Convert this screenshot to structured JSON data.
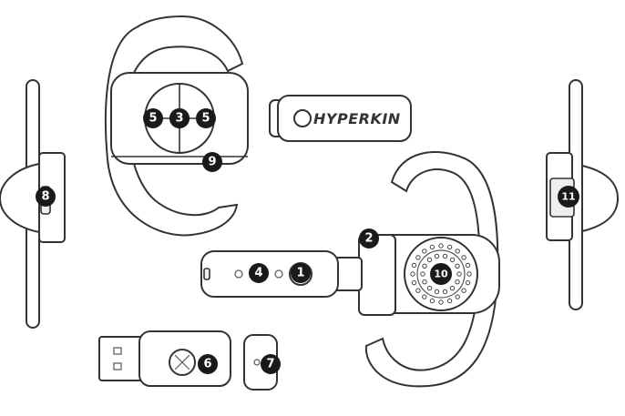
{
  "brand_text": "HYPERKIN",
  "callouts": [
    {
      "id": "c1",
      "label": "1"
    },
    {
      "id": "c2",
      "label": "2"
    },
    {
      "id": "c3",
      "label": "3"
    },
    {
      "id": "c4",
      "label": "4"
    },
    {
      "id": "c5a",
      "label": "5"
    },
    {
      "id": "c5b",
      "label": "5"
    },
    {
      "id": "c6",
      "label": "6"
    },
    {
      "id": "c7",
      "label": "7"
    },
    {
      "id": "c8",
      "label": "8"
    },
    {
      "id": "c9",
      "label": "9"
    },
    {
      "id": "c10",
      "label": "10"
    },
    {
      "id": "c11",
      "label": "11"
    }
  ],
  "colors": {
    "outline": "#333333",
    "callout": "#1a1a1a",
    "background": "#ffffff"
  }
}
